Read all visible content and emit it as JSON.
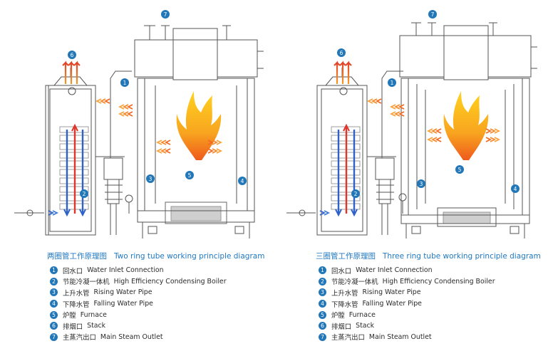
{
  "diagrams": [
    {
      "caption_cn": "两圈管工作原理图",
      "caption_en": "Two ring tube working principle diagram"
    },
    {
      "caption_cn": "三圈管工作原理图",
      "caption_en": "Three ring tube working principle diagram"
    }
  ],
  "legend_left": [
    {
      "num": "1",
      "cn": "回水口",
      "en": "Water Inlet Connection"
    },
    {
      "num": "2",
      "cn": "节能冷凝一体机",
      "en": "High Efficiency Condensing Boiler"
    },
    {
      "num": "3",
      "cn": "上升水管",
      "en": "Rising Water Pipe"
    },
    {
      "num": "4",
      "cn": "下降水管",
      "en": "Falling Water Pipe"
    },
    {
      "num": "5",
      "cn": "炉膛",
      "en": "Furnace"
    },
    {
      "num": "6",
      "cn": "排烟口",
      "en": "Stack"
    },
    {
      "num": "7",
      "cn": "主蒸汽出口",
      "en": "Main Steam Outlet"
    }
  ],
  "legend_right": [
    {
      "num": "1",
      "cn": "回水口",
      "en": "Water Inlet Connection"
    },
    {
      "num": "2",
      "cn": "节能冷凝一体机",
      "en": "High Efficiency Condensing Boiler"
    },
    {
      "num": "3",
      "cn": "上升水管",
      "en": "Rising Water Pipe"
    },
    {
      "num": "4",
      "cn": "下降水管",
      "en": "Falling Water Pipe"
    },
    {
      "num": "5",
      "cn": "炉膛",
      "en": "Furnace"
    },
    {
      "num": "6",
      "cn": "排烟口",
      "en": "Stack"
    },
    {
      "num": "7",
      "cn": "主蒸汽出口",
      "en": "Main Steam Outlet"
    }
  ],
  "markers": [
    "1",
    "2",
    "3",
    "4",
    "5",
    "6",
    "7"
  ],
  "colors": {
    "line": "#555555",
    "marker": "#2277b8",
    "caption": "#1f78c1",
    "flame_outer": "#f39a1e",
    "flame_inner": "#ffd21f",
    "heat_arrow": "#f26a21",
    "cold_arrow": "#2f62c9"
  }
}
